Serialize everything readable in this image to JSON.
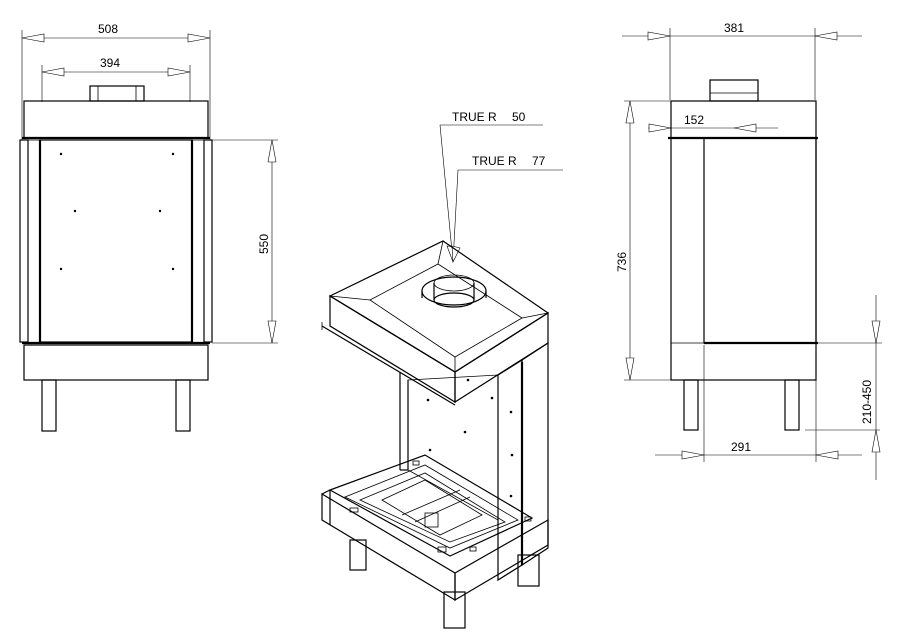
{
  "front_view": {
    "overall_width": "508",
    "flue_width": "394",
    "glass_height": "550"
  },
  "iso_view": {
    "callout_1": {
      "label": "TRUE R",
      "value": "50"
    },
    "callout_2": {
      "label": "TRUE R",
      "value": "77"
    }
  },
  "side_view": {
    "overall_width": "381",
    "flue_offset": "152",
    "overall_height": "736",
    "leg_height": "210-450",
    "leg_spacing": "291"
  }
}
